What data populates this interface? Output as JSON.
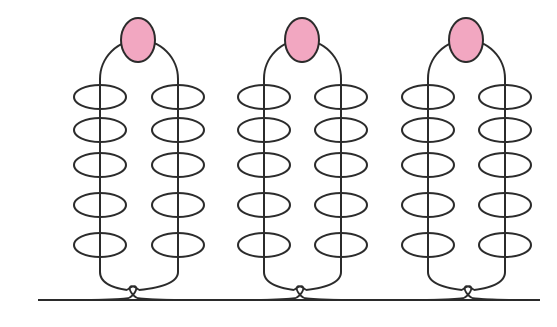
{
  "colors": {
    "background": "#ffffff",
    "stroke": "#2b2b2b",
    "top_bead_fill": "#f2a7c1",
    "loop_bead_fill": "#ffffff"
  },
  "diagram": {
    "strands": 3,
    "bead_rows_per_column": 5,
    "columns_per_strand": 2,
    "top_bead": "pink-oval",
    "loop_bead": "white-oval",
    "base": "twisted-thread-with-horizontal-line"
  }
}
